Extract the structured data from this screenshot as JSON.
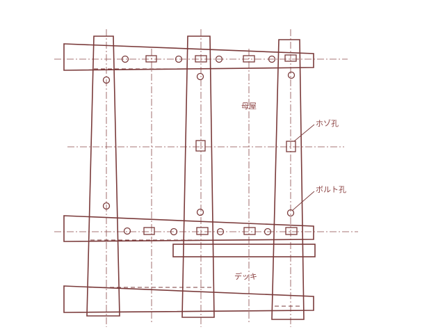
{
  "labels": {
    "main_house": "母屋",
    "tenon_hole": "ホゾ孔",
    "bolt_hole": "ボルト孔",
    "deck": "デッキ"
  },
  "colors": {
    "line": "#7a3a3a",
    "dash": "#8a4a4a",
    "text": "#8a4040",
    "background": "#ffffff"
  }
}
